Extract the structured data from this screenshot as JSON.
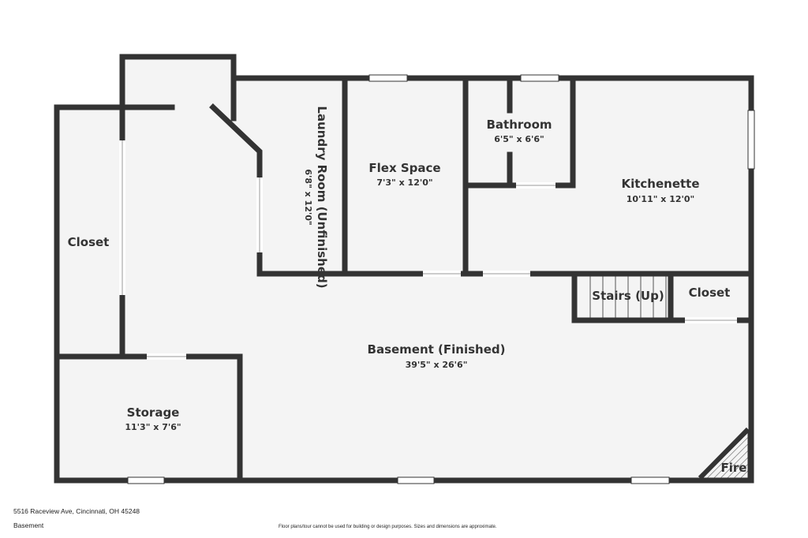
{
  "colors": {
    "wall": "#333333",
    "floor": "#f4f4f4",
    "window": "#ffffff",
    "text": "#333333"
  },
  "rooms": {
    "laundry": {
      "name": "Laundry Room (Unfinished)",
      "dims": "6'8\" x 12'0\""
    },
    "flex": {
      "name": "Flex Space",
      "dims": "7'3\" x 12'0\""
    },
    "bathroom": {
      "name": "Bathroom",
      "dims": "6'5\" x 6'6\""
    },
    "kitchenette": {
      "name": "Kitchenette",
      "dims": "10'11\" x 12'0\""
    },
    "closet_left": {
      "name": "Closet"
    },
    "stairs": {
      "name": "Stairs (Up)"
    },
    "closet_right": {
      "name": "Closet"
    },
    "basement": {
      "name": "Basement (Finished)",
      "dims": "39'5\" x 26'6\""
    },
    "storage": {
      "name": "Storage",
      "dims": "11'3\" x 7'6\""
    },
    "fireplace": {
      "name": "Fire"
    }
  },
  "footer": {
    "address": "5516 Raceview Ave, Cincinnati, OH 45248",
    "level": "Basement",
    "disclaimer": "Floor plans/tour cannot be used for building or design purposes. Sizes and dimensions are approximate."
  }
}
